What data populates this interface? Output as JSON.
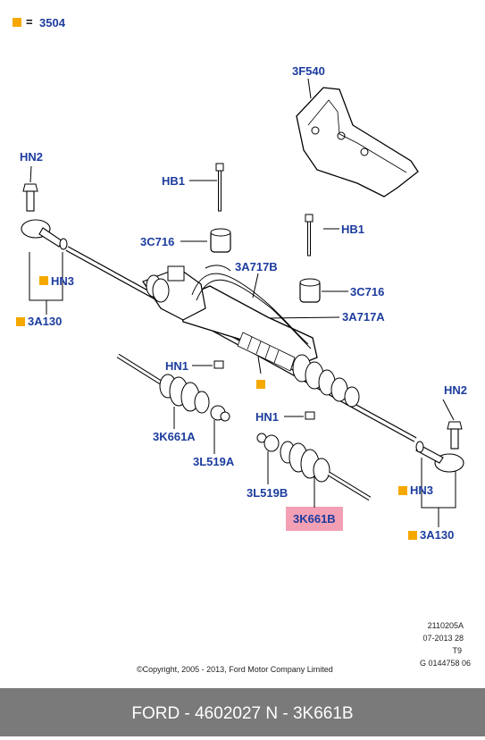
{
  "legend": {
    "symbol": "=",
    "value": "3504"
  },
  "parts": {
    "p_3f540": "3F540",
    "p_hn2_left": "HN2",
    "p_hb1_top": "HB1",
    "p_hb1_right": "HB1",
    "p_3c716_left": "3C716",
    "p_3c716_right": "3C716",
    "p_3a717b": "3A717B",
    "p_3a717a": "3A717A",
    "p_hn3_left": "HN3",
    "p_3a130_left": "3A130",
    "p_hn1_left": "HN1",
    "p_hn1_mid": "HN1",
    "p_hn2_right": "HN2",
    "p_3k661a": "3K661A",
    "p_3l519a": "3L519A",
    "p_3l519b": "3L519B",
    "p_3k661b": "3K661B",
    "p_hn3_right": "HN3",
    "p_3a130_right": "3A130"
  },
  "meta": {
    "line1": "2110205A",
    "line2": "07-2013 28",
    "line3": "T9",
    "line4": "G 0144758 06"
  },
  "copyright": "©Copyright, 2005 - 2013, Ford Motor Company Limited",
  "footer": "FORD - 4602027      N - 3K661B",
  "colors": {
    "label": "#1c3c9e",
    "marker": "#f5a800",
    "highlight": "#f4a0b4",
    "footer_bg": "#7a7a7a"
  }
}
